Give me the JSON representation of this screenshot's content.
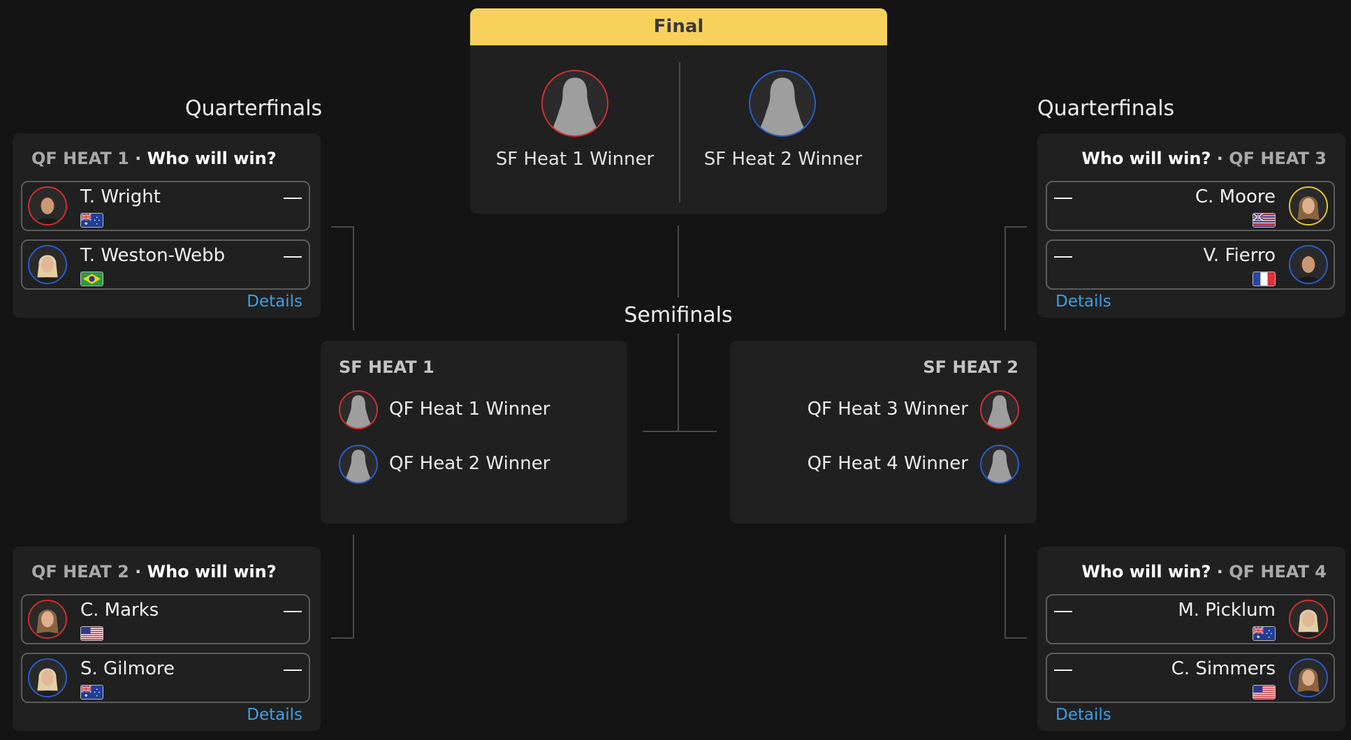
{
  "labels": {
    "quarterfinals": "Quarterfinals",
    "semifinals": "Semifinals",
    "final": "Final"
  },
  "final": {
    "slots": [
      "SF Heat 1 Winner",
      "SF Heat 2 Winner"
    ]
  },
  "semifinals": [
    {
      "title": "SF HEAT 1",
      "slots": [
        "QF Heat 1 Winner",
        "QF Heat 2 Winner"
      ]
    },
    {
      "title": "SF HEAT 2",
      "slots": [
        "QF Heat 3 Winner",
        "QF Heat 4 Winner"
      ]
    }
  ],
  "quarterfinals": [
    {
      "heat": "QF HEAT 1",
      "sep": "·",
      "prompt": "Who will win?",
      "details": "Details",
      "surfers": [
        {
          "name": "T. Wright",
          "country": "AU",
          "score": "—"
        },
        {
          "name": "T. Weston-Webb",
          "country": "BR",
          "score": "—"
        }
      ]
    },
    {
      "heat": "QF HEAT 2",
      "sep": "·",
      "prompt": "Who will win?",
      "details": "Details",
      "surfers": [
        {
          "name": "C. Marks",
          "country": "US",
          "score": "—"
        },
        {
          "name": "S. Gilmore",
          "country": "AU",
          "score": "—"
        }
      ]
    },
    {
      "heat": "QF HEAT 3",
      "sep": "·",
      "prompt": "Who will win?",
      "details": "Details",
      "surfers": [
        {
          "name": "C. Moore",
          "country": "HI",
          "score": "—"
        },
        {
          "name": "V. Fierro",
          "country": "FR",
          "score": "—"
        }
      ]
    },
    {
      "heat": "QF HEAT 4",
      "sep": "·",
      "prompt": "Who will win?",
      "details": "Details",
      "surfers": [
        {
          "name": "M. Picklum",
          "country": "AU",
          "score": "—"
        },
        {
          "name": "C. Simmers",
          "country": "US",
          "score": "—"
        }
      ]
    }
  ],
  "colors": {
    "background": "#141414",
    "card": "#202020",
    "final_header": "#f7d15c",
    "link": "#3d9fe6",
    "red_jersey": "#d0302e",
    "blue_jersey": "#2a5ccf",
    "yellow_jersey": "#e6c92a"
  }
}
